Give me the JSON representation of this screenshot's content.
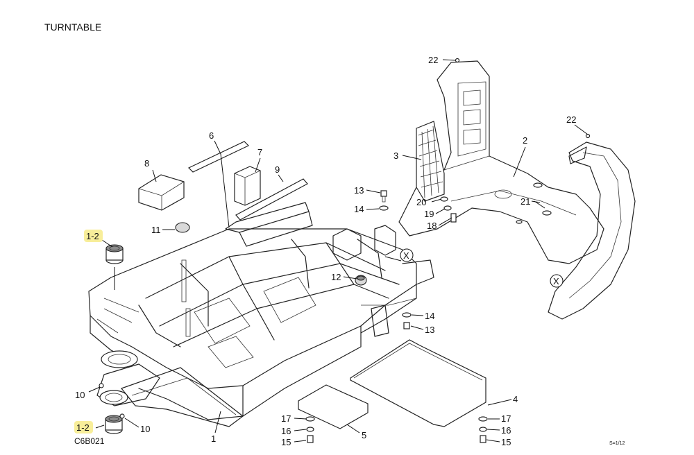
{
  "title": "TURNTABLE",
  "diagram_code": "C6B021",
  "scale_note": "S=1/12",
  "callouts": [
    {
      "id": "c22a",
      "text": "22"
    },
    {
      "id": "c22b",
      "text": "22"
    },
    {
      "id": "c2",
      "text": "2"
    },
    {
      "id": "c3",
      "text": "3"
    },
    {
      "id": "c6",
      "text": "6"
    },
    {
      "id": "c7",
      "text": "7"
    },
    {
      "id": "c8",
      "text": "8"
    },
    {
      "id": "c9",
      "text": "9"
    },
    {
      "id": "c13a",
      "text": "13"
    },
    {
      "id": "c14a",
      "text": "14"
    },
    {
      "id": "c20",
      "text": "20"
    },
    {
      "id": "c19",
      "text": "19"
    },
    {
      "id": "c18",
      "text": "18"
    },
    {
      "id": "c21",
      "text": "21"
    },
    {
      "id": "c11",
      "text": "11"
    },
    {
      "id": "c12-top",
      "text": "1-2"
    },
    {
      "id": "c12",
      "text": "12"
    },
    {
      "id": "cx1",
      "text": "X"
    },
    {
      "id": "cx2",
      "text": "X"
    },
    {
      "id": "c14b",
      "text": "14"
    },
    {
      "id": "c13b",
      "text": "13"
    },
    {
      "id": "c10a",
      "text": "10"
    },
    {
      "id": "c10b",
      "text": "10"
    },
    {
      "id": "c12-bot",
      "text": "1-2"
    },
    {
      "id": "c1",
      "text": "1"
    },
    {
      "id": "c4",
      "text": "4"
    },
    {
      "id": "c5",
      "text": "5"
    },
    {
      "id": "c17a",
      "text": "17"
    },
    {
      "id": "c16a",
      "text": "16"
    },
    {
      "id": "c15a",
      "text": "15"
    },
    {
      "id": "c17b",
      "text": "17"
    },
    {
      "id": "c16b",
      "text": "16"
    },
    {
      "id": "c15b",
      "text": "15"
    }
  ]
}
